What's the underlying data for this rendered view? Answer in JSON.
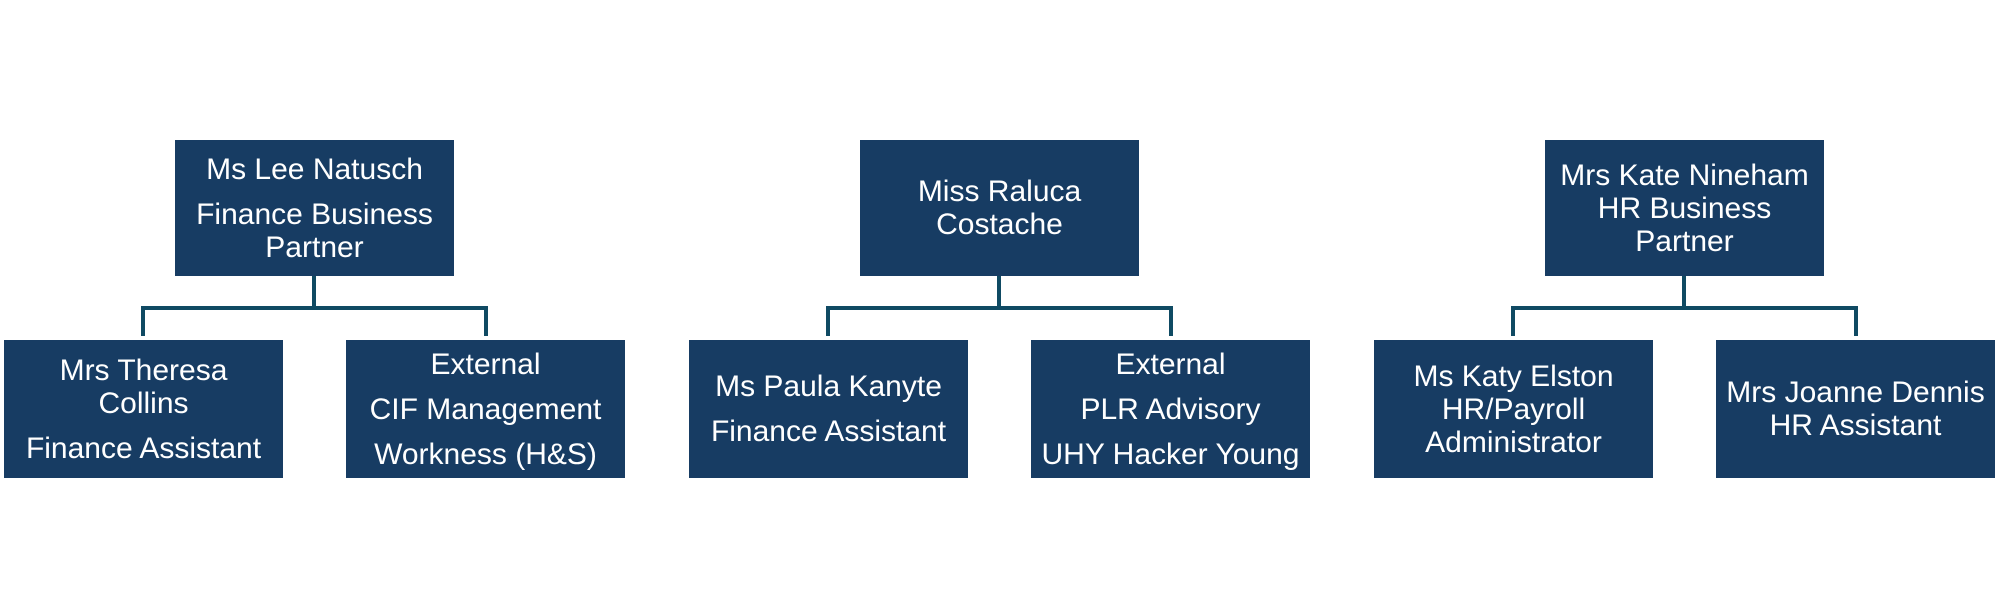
{
  "colors": {
    "node_fill": "#173c63",
    "node_text": "#ffffff",
    "connector": "#0f4a63",
    "background": "#ffffff"
  },
  "groups": [
    {
      "manager": {
        "lines": [
          "Ms Lee Natusch",
          "Finance Business",
          "Partner"
        ]
      },
      "reports": [
        {
          "lines": [
            "Mrs Theresa",
            "Collins",
            "Finance Assistant"
          ]
        },
        {
          "lines": [
            "External",
            "CIF Management",
            "Workness (H&S)"
          ]
        }
      ]
    },
    {
      "manager": {
        "lines": [
          "Miss Raluca",
          "Costache"
        ]
      },
      "reports": [
        {
          "lines": [
            "Ms Paula Kanyte",
            "Finance Assistant"
          ]
        },
        {
          "lines": [
            "External",
            "PLR Advisory",
            "UHY Hacker Young"
          ]
        }
      ]
    },
    {
      "manager": {
        "lines": [
          "Mrs Kate Nineham",
          "HR Business",
          "Partner"
        ]
      },
      "reports": [
        {
          "lines": [
            "Ms Katy Elston",
            "HR/Payroll",
            "Administrator"
          ]
        },
        {
          "lines": [
            "Mrs Joanne Dennis",
            "HR Assistant"
          ]
        }
      ]
    }
  ]
}
